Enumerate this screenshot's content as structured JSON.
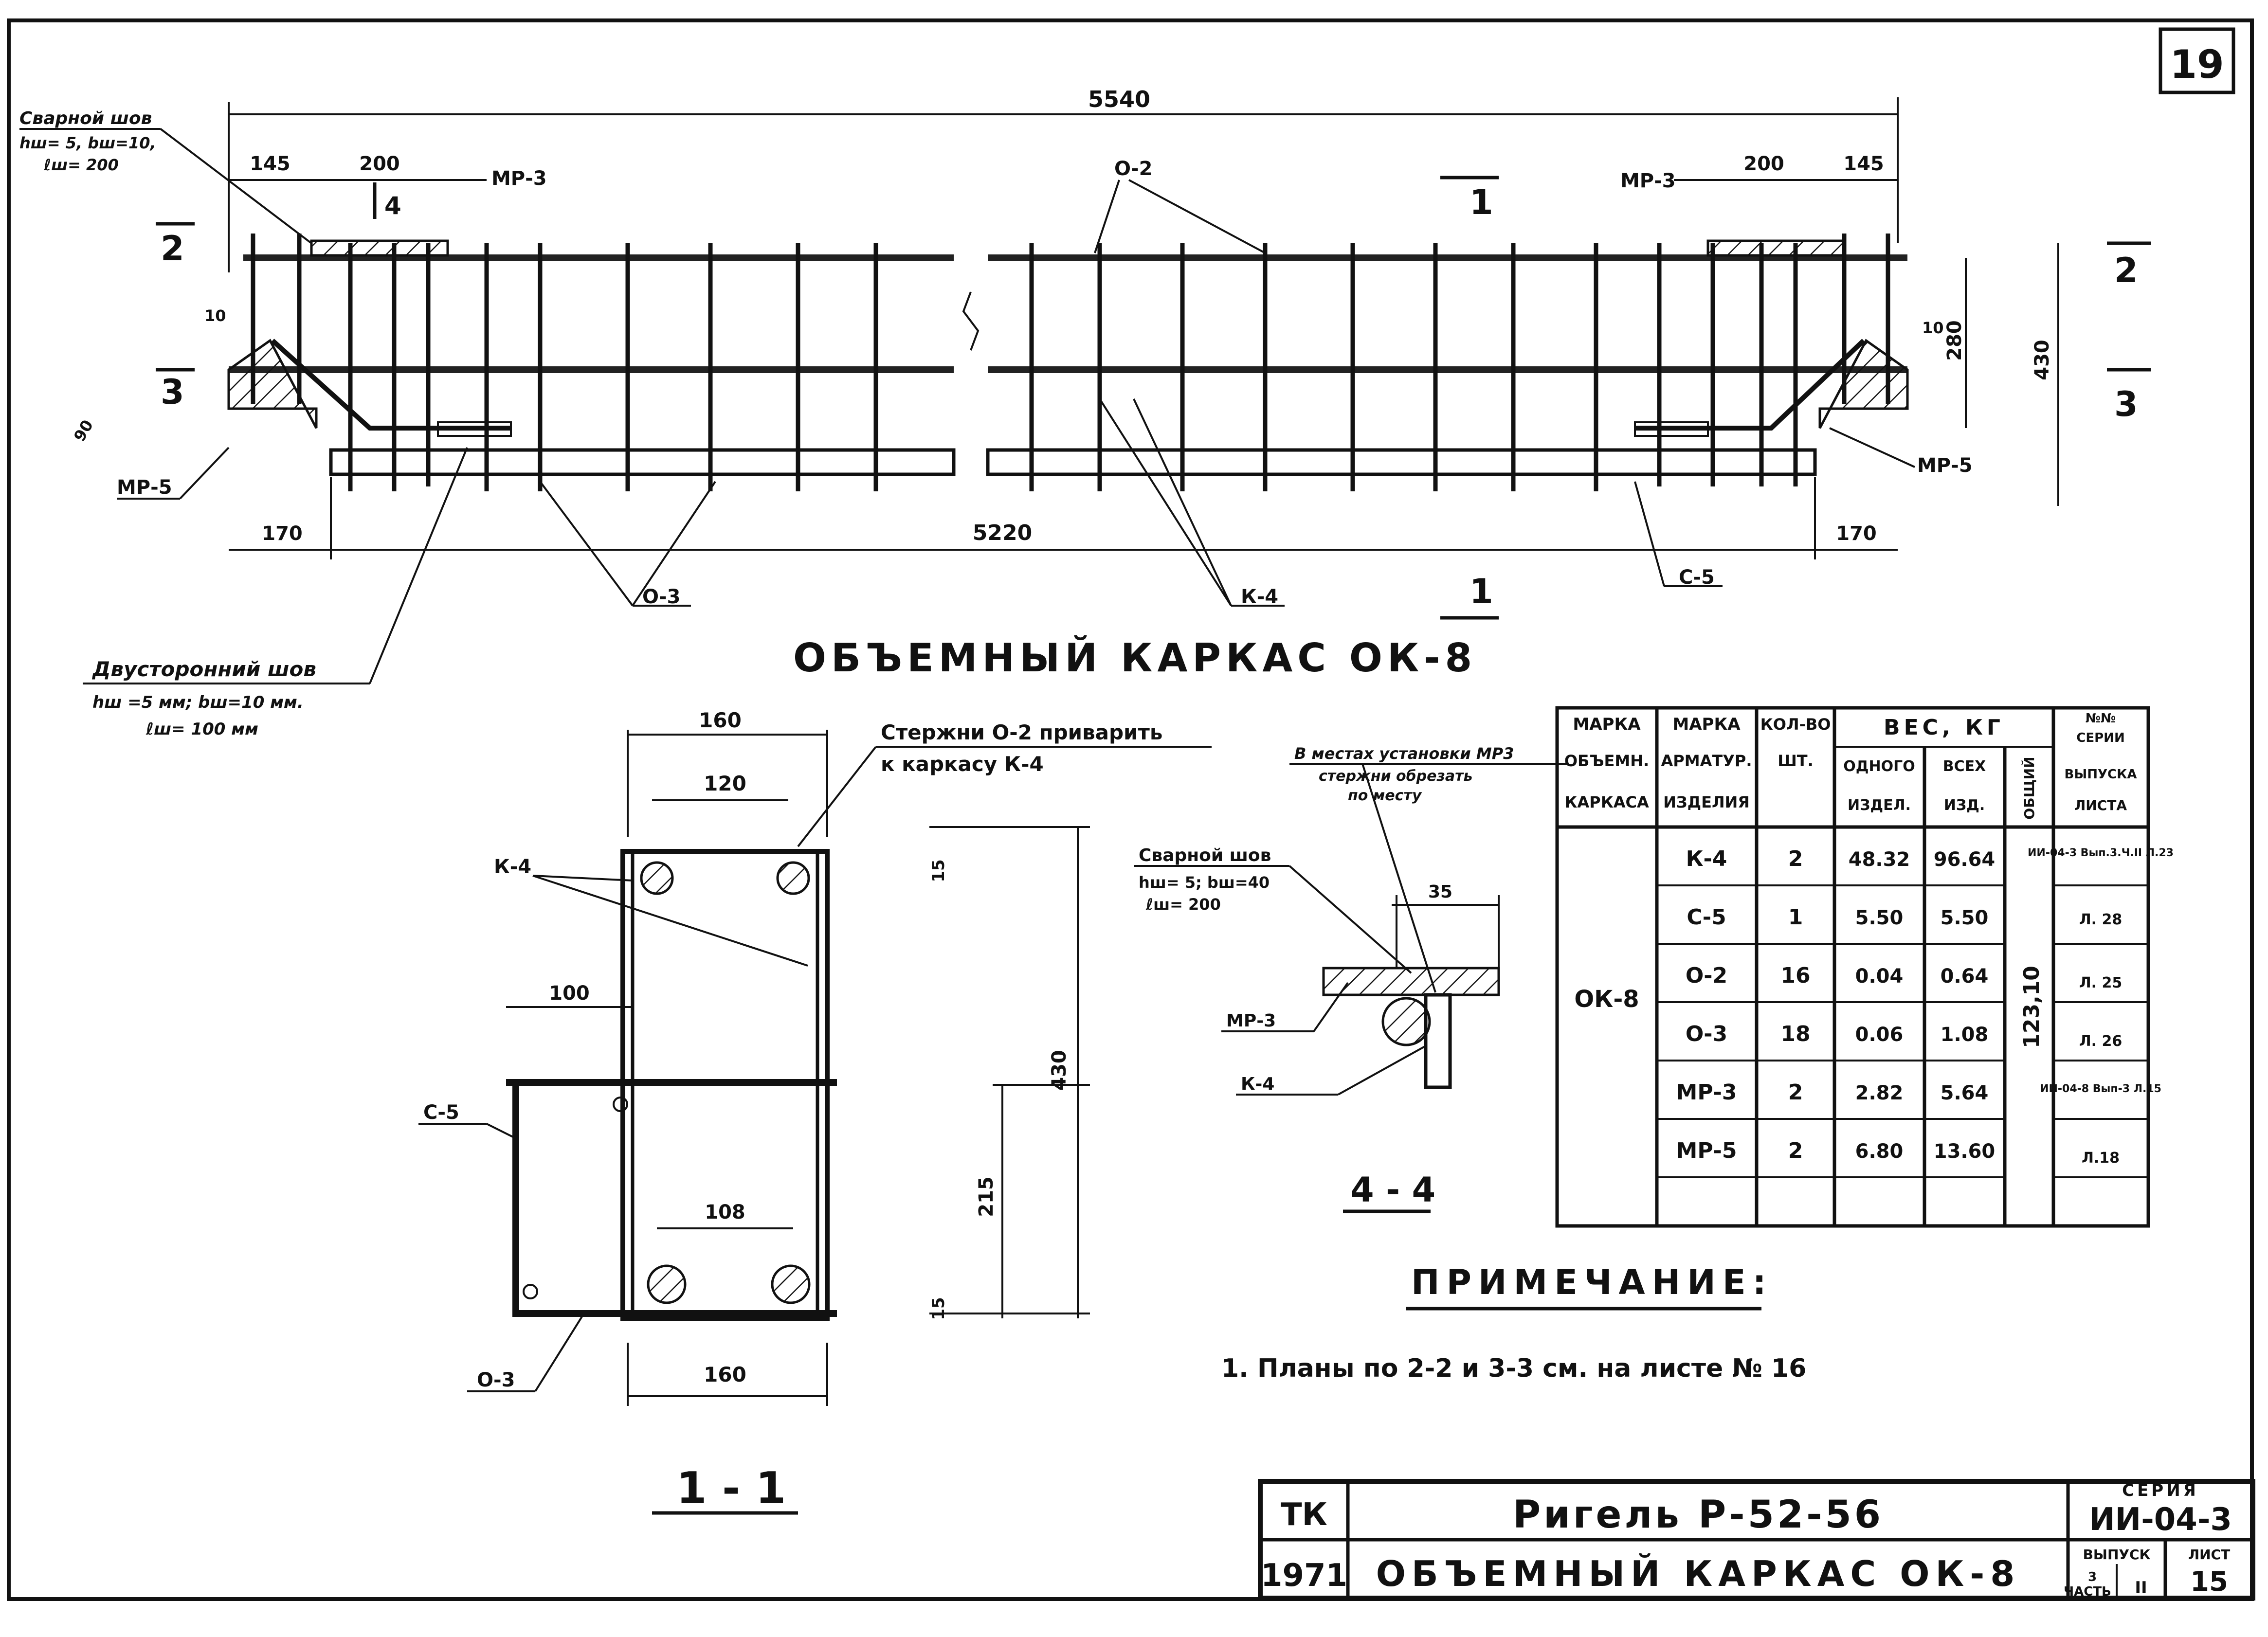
{
  "sheet": {
    "number": "19"
  },
  "elevation": {
    "title": "ОБЪЕМНЫЙ КАРКАС ОК-8",
    "dims": {
      "total": "5540",
      "inner": "5220",
      "end_left": "145",
      "end_right": "145",
      "mp3_left": "200",
      "mp3_right": "200",
      "overhang_left": "170",
      "overhang_right": "170",
      "h280": "280",
      "h430": "430",
      "d10_left": "10",
      "d10_right": "10",
      "d90": "90"
    },
    "labels": {
      "weld_left_title": "Сварной шов",
      "weld_left_l1": "hш= 5, bш=10,",
      "weld_left_l2": "ℓш= 200",
      "two_sided_title": "Двусторонний шов",
      "two_sided_l1": "hш =5 мм; bш=10 мм.",
      "two_sided_l2": "ℓш= 100 мм",
      "mp3_left": "МР-3",
      "mp3_right": "МР-3",
      "mp5_left": "МР-5",
      "mp5_right": "МР-5",
      "o2": "О-2",
      "o3": "О-3",
      "k4": "К-4",
      "c5": "С-5",
      "cut1_top": "1",
      "cut1_bot": "1",
      "cut2_left": "2",
      "cut2_right": "2",
      "cut3_left": "3",
      "cut3_right": "3",
      "cut4": "4"
    }
  },
  "section11": {
    "title": "1 - 1",
    "note_l1": "Стержни О-2 приварить",
    "note_l2": "к каркасу К-4",
    "dims": {
      "w160_top": "160",
      "w120": "120",
      "w100": "100",
      "w108": "108",
      "w160_bot": "160",
      "h430": "430",
      "h215": "215",
      "h15": "15",
      "h_top": "15"
    },
    "labels": {
      "k4": "К-4",
      "c5": "С-5",
      "o3": "О-3"
    }
  },
  "section44": {
    "title": "4 - 4",
    "note_l1": "В местах установки МР3",
    "note_l2": "стержни обрезать",
    "note_l3": "по месту",
    "weld_title": "Сварной шов",
    "weld_l1": "hш= 5; bш=40",
    "weld_l2": "ℓш= 200",
    "dim35": "35",
    "labels": {
      "mp3": "МР-3",
      "k4": "К-4"
    }
  },
  "spec_table": {
    "headers": {
      "mark_frame": [
        "МАРКА",
        "ОБЪЕМН.",
        "КАРКАСА"
      ],
      "mark_item": [
        "МАРКА",
        "АРМАТУР.",
        "ИЗДЕЛИЯ"
      ],
      "qty": [
        "КОЛ-ВО",
        "ШТ."
      ],
      "weight": "ВЕС, КГ",
      "weight_one": [
        "ОДНОГО",
        "ИЗДЕЛ."
      ],
      "weight_all": [
        "ВСЕХ",
        "ИЗД."
      ],
      "weight_total": "ОБЩИЙ",
      "series": [
        "№№",
        "СЕРИИ",
        "ВЫПУСКА",
        "ЛИСТА"
      ]
    },
    "frame": "ОК-8",
    "total": "123,10",
    "rows": [
      {
        "item": "К-4",
        "qty": "2",
        "one": "48.32",
        "all": "96.64",
        "ref": "ИИ-04-3 Вып.3.Ч.II Л.23"
      },
      {
        "item": "С-5",
        "qty": "1",
        "one": "5.50",
        "all": "5.50",
        "ref": "Л. 28"
      },
      {
        "item": "О-2",
        "qty": "16",
        "one": "0.04",
        "all": "0.64",
        "ref": "Л. 25"
      },
      {
        "item": "О-3",
        "qty": "18",
        "one": "0.06",
        "all": "1.08",
        "ref": "Л. 26"
      },
      {
        "item": "МР-3",
        "qty": "2",
        "one": "2.82",
        "all": "5.64",
        "ref": "ИИ-04-8 Вып-3 Л.15"
      },
      {
        "item": "МР-5",
        "qty": "2",
        "one": "6.80",
        "all": "13.60",
        "ref": "Л.18"
      }
    ]
  },
  "notes": {
    "title": "ПРИМЕЧАНИЕ:",
    "items": [
      "1. Планы по 2-2 и 3-3 см. на листе № 16"
    ]
  },
  "title_block": {
    "org": "ТК",
    "year": "1971",
    "name": "Ригель Р-52-56",
    "subtitle": "ОБЪЕМНЫЙ КАРКАС ОК-8",
    "series_label": "СЕРИЯ",
    "series": "ИИ-04-3",
    "issue_label": "ВЫПУСК",
    "issue": "3",
    "part_label": "ЧАСТЬ",
    "part": "II",
    "sheet_label": "ЛИСТ",
    "sheet": "15"
  }
}
